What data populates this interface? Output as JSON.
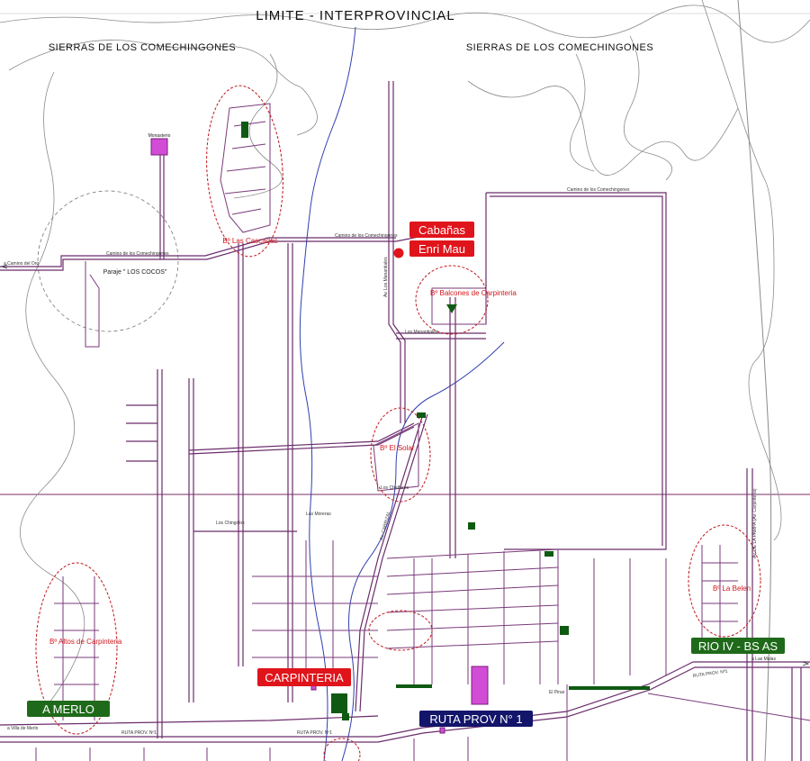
{
  "header": {
    "title": "LIMITE  -   INTERPROVINCIAL"
  },
  "sierras": {
    "left": "SIERRAS  DE  LOS COMECHINGONES",
    "right": "SIERRAS  DE  LOS COMECHINGONES"
  },
  "places": {
    "cabanas_line1": "Cabañas",
    "cabanas_line2": "Enri Mau",
    "carpinteria": "CARPINTERIA",
    "merlo": "A   MERLO",
    "rio_iv": "RIO IV - BS AS",
    "ruta": "RUTA PROV N° 1"
  },
  "zones": {
    "cascadas": "Bº Las Cascadas",
    "balcones": "Bº Balcones de Carpinteria",
    "solar": "Bº El Solar",
    "altos": "Bº Altos de Carpinteria",
    "belen": "Bº La Belen",
    "paraje": "Paraje \" LOS COCOS\"",
    "monasterio": "Monasterio"
  },
  "streets": {
    "camino_comechingones": "Camino de los Comechingones",
    "camino_comechingones2": "Camino de los Comechingones",
    "camino_comechingones3": "Camino de los Comechingones",
    "camino_oro": "a Camino del Oro",
    "los_manantiales": "Los Manantiales",
    "av_manantiales": "Av. Los Manantiales",
    "ruta_prov": "RUTA PROV. Nº1",
    "ruta_prov2": "RUTA PROV. Nº1",
    "ruta_prov3": "RUTA PROV. Nº1",
    "a_merlo": "a Villa de Merlo",
    "av_carrizal": "Av. CARRIZAL",
    "av_carpinteria": "Av. DE LA PAMPA (Av. Carpinteria)",
    "los_chanares": "Los Chañares",
    "los_chingolos": "Los Chingolos",
    "las_moreras": "Las Moreras",
    "a_las_mulas": "a Las Mulas",
    "el_pinar": "El Pinar"
  },
  "colors": {
    "roads": "#6b2c6b",
    "river": "#2f3fb0",
    "zone_outline": "#c0181e",
    "label_red": "#e0141b",
    "label_green": "#1f6a1a",
    "label_navy": "#13156a"
  }
}
